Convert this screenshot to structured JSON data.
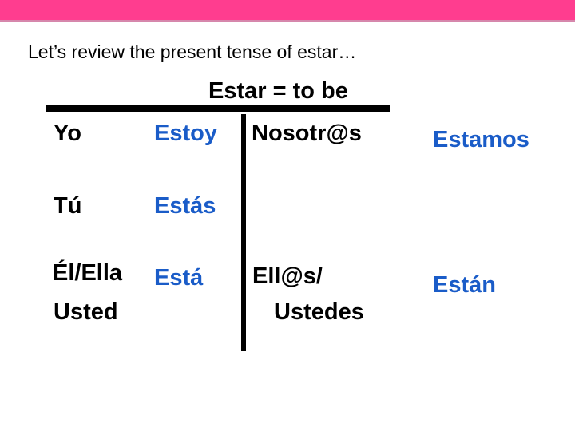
{
  "intro": {
    "text": "Let’s review the present tense of estar…"
  },
  "title": {
    "text": "Estar = to be"
  },
  "conjugation_chart": {
    "singular": {
      "row1": {
        "pronoun": "Yo",
        "form": "Estoy"
      },
      "row2": {
        "pronoun": "Tú",
        "form": "Estás"
      },
      "row3": {
        "pronoun_line1": "Él/Ella",
        "pronoun_line2": "Usted",
        "form": "Está"
      }
    },
    "plural": {
      "row1": {
        "pronoun": "Nosotr@s",
        "form": "Estamos"
      },
      "row3": {
        "pronoun_line1": "Ell@s/",
        "pronoun_line2": "Ustedes",
        "form": "Están"
      }
    }
  },
  "colors": {
    "top_bar": "#ff3d8f",
    "top_bar_edge": "#d687ac",
    "verb_text": "#1a5cc8",
    "body_text": "#000000"
  }
}
